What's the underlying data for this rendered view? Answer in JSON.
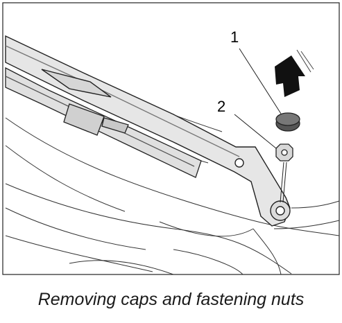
{
  "figure": {
    "callout_1": "1",
    "callout_2": "2",
    "caption": "Removing caps and fastening nuts",
    "icons": [
      "wiper-arm-illustration",
      "cap",
      "fastening-nut",
      "removal-arrow-icon"
    ]
  }
}
